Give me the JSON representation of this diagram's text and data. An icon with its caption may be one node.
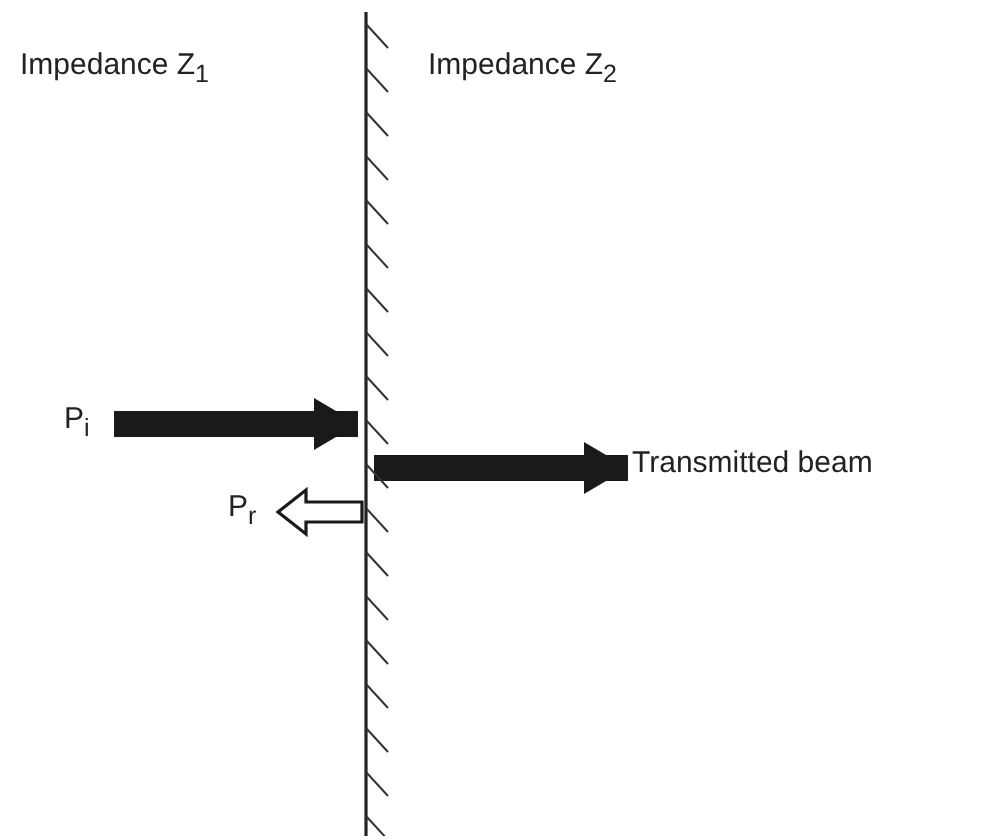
{
  "diagram": {
    "nodes": [
      {
        "text": [
          "P$_{i}$"
        ]
      },
      {
        "text": [],
        "shape": "bar"
      },
      {
        "text": [
          "Transmitted beam"
        ]
      },
      {
        "text": [
          "P$_{r}$"
        ]
      }
    ],
    "edges": [
      {
        "from": 0,
        "to": 1,
        "arrow": "to"
      },
      {
        "from": 1,
        "to": 2,
        "arrow": "to"
      },
      {
        "from": 1,
        "to": 3,
        "arrow": "to"
      }
    ],
    "labels": [
      "Impedance Z$_{1}$",
      "Impedance Z$_{2}$"
    ]
  }
}
